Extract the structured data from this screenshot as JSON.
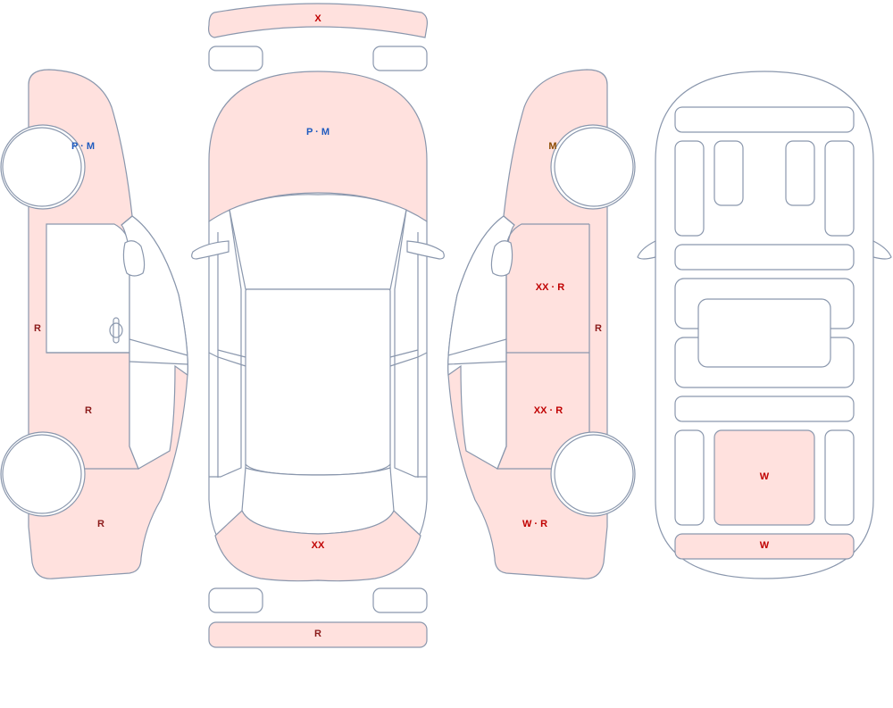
{
  "colors": {
    "damaged_fill": "#ffe1de",
    "outline": "#8a97ad",
    "code_red": "#c00000",
    "code_blue": "#1f5bbf",
    "code_brown": "#8b4a00",
    "code_darkred": "#8b1a1a"
  },
  "labels": {
    "front_bumper": "X",
    "hood": "P · M",
    "left_front_fender": "P · M",
    "left_rocker": "R",
    "left_rear_door": "R",
    "left_quarter": "R",
    "right_front_fender": "M",
    "right_front_door": "XX · R",
    "right_rear_door": "XX · R",
    "right_rocker": "R",
    "right_quarter": "W · R",
    "trunk": "XX",
    "rear_bumper": "R",
    "cargo_floor": "W",
    "rear_panel": "W"
  }
}
